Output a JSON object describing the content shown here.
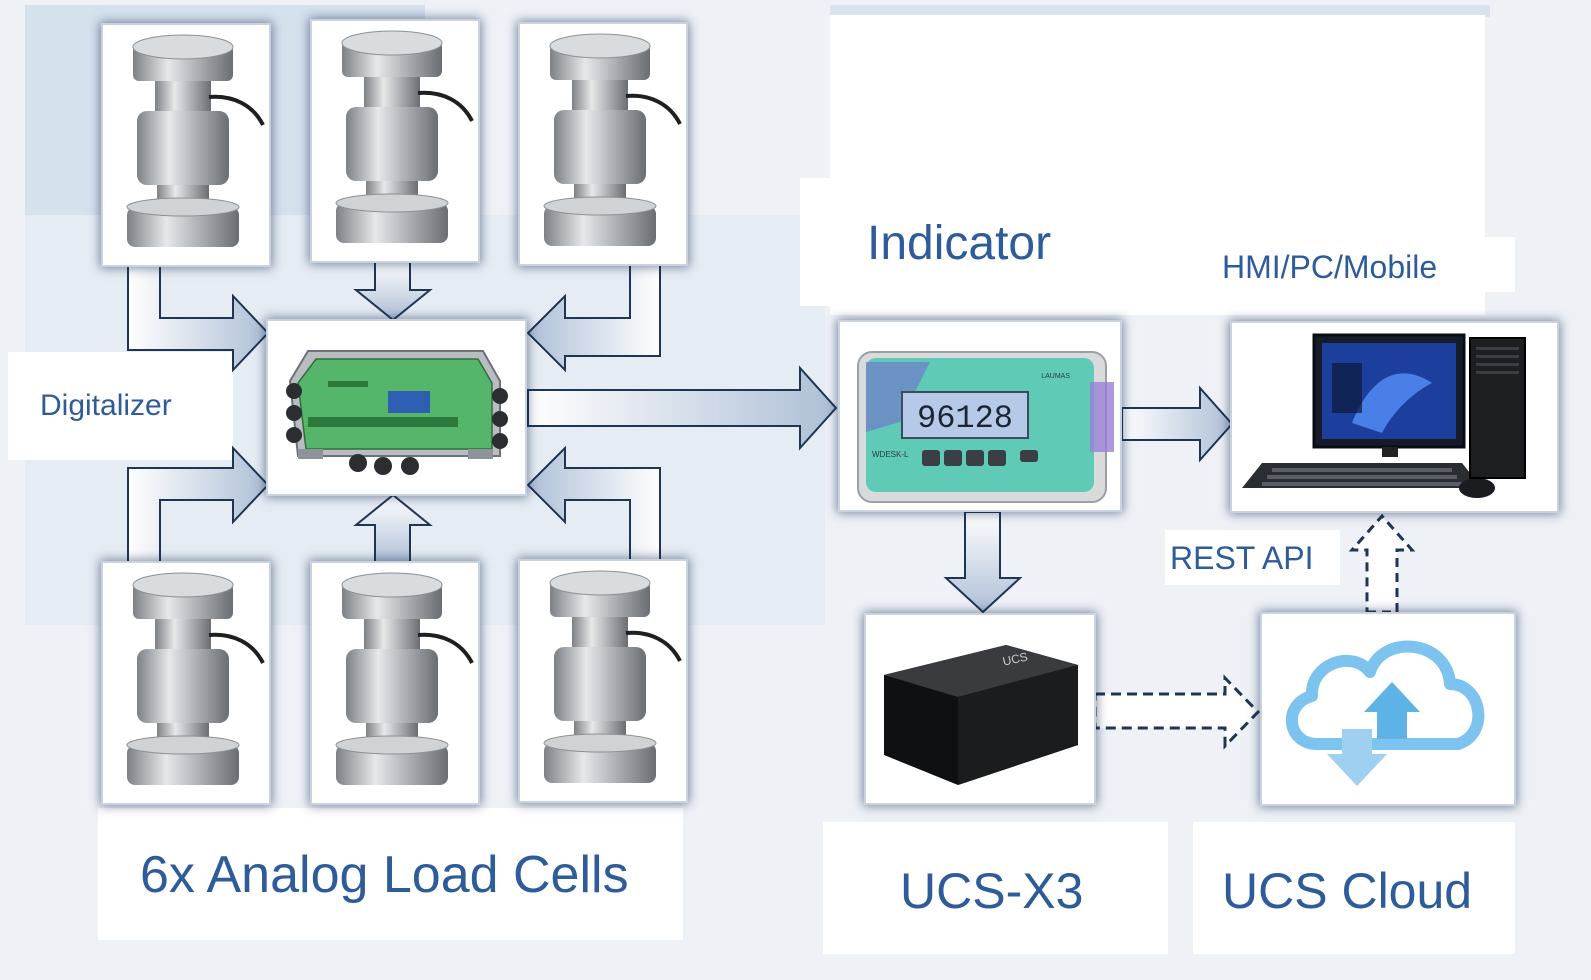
{
  "labels": {
    "digitalizer": "Digitalizer",
    "indicator": "Indicator",
    "hmi": "HMI/PC/Mobile",
    "rest_api": "REST API",
    "load_cells": "6x Analog Load Cells",
    "ucs_x3": "UCS-X3",
    "ucs_cloud": "UCS Cloud"
  },
  "indicator_display": {
    "reading": "96128",
    "brand": "LAUMAS",
    "model": "WDESK-L"
  },
  "ucs_box_logo": "UCS",
  "colors": {
    "text_blue": "#2e5b9a",
    "arrow_light": "#dfe7f1",
    "arrow_dark": "#b9c9dd",
    "arrow_stroke": "#1f3552",
    "cloud_light": "#9fd0ef",
    "cloud_dark": "#5db3e6",
    "indicator_green": "#5fcbb6",
    "lcd": "#b6c9e6"
  },
  "icons": [
    "load-cell-icon",
    "junction-box-icon",
    "weight-indicator-icon",
    "desktop-pc-icon",
    "ucs-x3-device-icon",
    "cloud-sync-icon"
  ]
}
